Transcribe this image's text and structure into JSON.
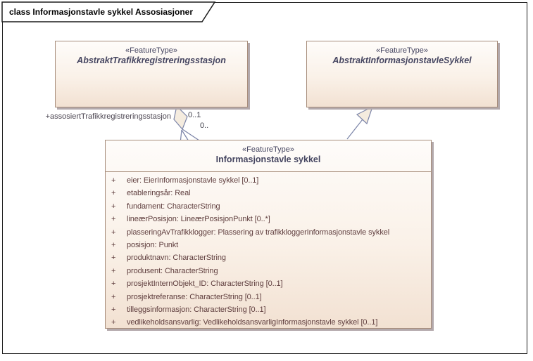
{
  "frame": {
    "title": "class Informasjonstavle sykkel Assosiasjoner"
  },
  "classes": {
    "left": {
      "stereotype": "«FeatureType»",
      "name": "AbstraktTrafikkregistreringsstasjon"
    },
    "right": {
      "stereotype": "«FeatureType»",
      "name": "AbstraktInformasjonstavleSykkel"
    },
    "main": {
      "stereotype": "«FeatureType»",
      "name": "Informasjonstavle sykkel",
      "attributes": [
        {
          "vis": "+",
          "text": "eier: EierInformasjonstavle sykkel [0..1]"
        },
        {
          "vis": "+",
          "text": "etableringsår: Real"
        },
        {
          "vis": "+",
          "text": "fundament: CharacterString"
        },
        {
          "vis": "+",
          "text": "lineærPosisjon: LineærPosisjonPunkt [0..*]"
        },
        {
          "vis": "+",
          "text": "plasseringAvTrafikklogger: Plassering av trafikkloggerInformasjonstavle sykkel"
        },
        {
          "vis": "+",
          "text": "posisjon: Punkt"
        },
        {
          "vis": "+",
          "text": "produktnavn: CharacterString"
        },
        {
          "vis": "+",
          "text": "produsent: CharacterString"
        },
        {
          "vis": "+",
          "text": "prosjektInternObjekt_ID: CharacterString [0..1]"
        },
        {
          "vis": "+",
          "text": "prosjektreferanse: CharacterString [0..1]"
        },
        {
          "vis": "+",
          "text": "tilleggsinformasjon: CharacterString [0..1]"
        },
        {
          "vis": "+",
          "text": "vedlikeholdsansvarlig: VedlikeholdsansvarligInformasjonstavle sykkel [0..1]"
        }
      ]
    }
  },
  "association": {
    "role_label": "+assosiertTrafikkregistreringsstasjon",
    "multiplicity_near": "0..1",
    "multiplicity_far": "0.."
  },
  "colors": {
    "box_border": "#a78d7b",
    "box_fill_top": "#fefcfa",
    "box_fill_bottom": "#f2e1d2",
    "box_shadow": "#b3a9ac",
    "connector": "#7b84a8",
    "connector_fill": "#f5ecdf",
    "header_text": "#454560",
    "attribute_text": "#5f3e3e",
    "frame_border": "#1c1c1c"
  }
}
